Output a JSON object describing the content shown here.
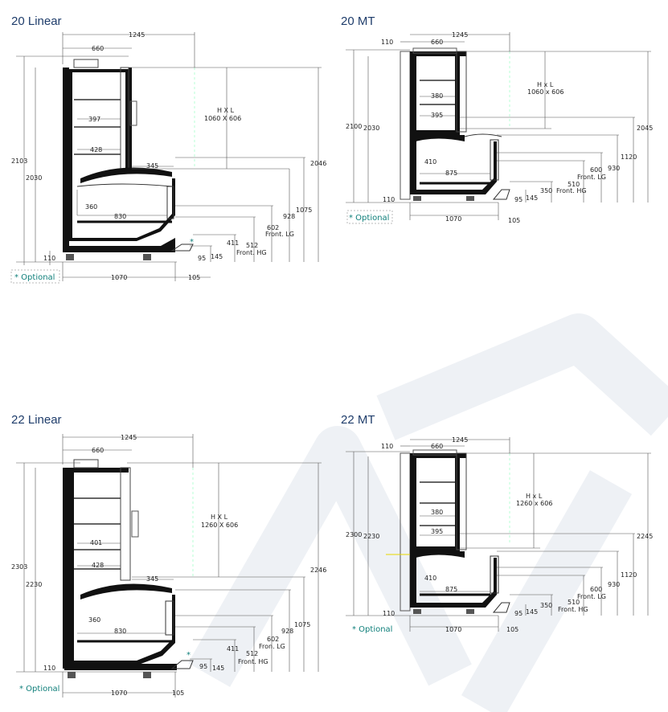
{
  "accent_color": "#1f3d6b",
  "optional_color": "#0f7f7a",
  "panels": [
    {
      "title": "20 Linear",
      "top_width": "1245",
      "depth": "660",
      "hxl_line1": "H X L",
      "hxl_line2": "1060 X 606",
      "shelf_a": "397",
      "shelf_b": "428",
      "step": "345",
      "inner_h": "360",
      "inner_w": "830",
      "total_h": "2103",
      "inner_total_h": "2030",
      "right_h": "2046",
      "h_1075": "1075",
      "h_928": "928",
      "front_lg_value": "602",
      "front_lg_label": "Front. LG",
      "front_hg_value": "512",
      "front_hg_label": "Front. HG",
      "h_411": "411",
      "h_145": "145",
      "h_95": "95",
      "base_h": "110",
      "base_w": "1070",
      "foot_w": "105",
      "optional": "* Optional",
      "star": "*"
    },
    {
      "title": "20 MT",
      "top_width": "1245",
      "depth": "660",
      "left_off": "110",
      "hxl_line1": "H x L",
      "hxl_line2": "1060 x 606",
      "shelf_a": "380",
      "shelf_b": "395",
      "inner_h": "410",
      "inner_w": "875",
      "total_h": "2100",
      "inner_total_h": "2030",
      "right_h": "2045",
      "h_1120": "1120",
      "h_930": "930",
      "front_lg_value": "600",
      "front_lg_label": "Front. LG",
      "front_hg_value": "510",
      "front_hg_label": "Front. HG",
      "h_350": "350",
      "h_145": "145",
      "h_95": "95",
      "base_h": "110",
      "base_w": "1070",
      "foot_w": "105",
      "optional": "* Optional"
    },
    {
      "title": "22 Linear",
      "top_width": "1245",
      "depth": "660",
      "hxl_line1": "H X L",
      "hxl_line2": "1260 X 606",
      "shelf_a": "401",
      "shelf_b": "428",
      "step": "345",
      "inner_h": "360",
      "inner_w": "830",
      "total_h": "2303",
      "inner_total_h": "2230",
      "right_h": "2246",
      "h_1075": "1075",
      "h_928": "928",
      "front_lg_value": "602",
      "front_lg_label": "Fron. LG",
      "front_hg_value": "512",
      "front_hg_label": "Front. HG",
      "h_411": "411",
      "h_145": "145",
      "h_95": "95",
      "base_h": "110",
      "base_w": "1070",
      "foot_w": "105",
      "optional": "* Optional",
      "star": "*"
    },
    {
      "title": "22 MT",
      "top_width": "1245",
      "depth": "660",
      "left_off": "110",
      "hxl_line1": "H x L",
      "hxl_line2": "1260 x 606",
      "shelf_a": "380",
      "shelf_b": "395",
      "inner_h": "410",
      "inner_w": "875",
      "total_h": "2300",
      "inner_total_h": "2230",
      "right_h": "2245",
      "h_1120": "1120",
      "h_930": "930",
      "front_lg_value": "600",
      "front_lg_label": "Front. LG",
      "front_hg_value": "510",
      "front_hg_label": "Front. HG",
      "h_350": "350",
      "h_145": "145",
      "h_95": "95",
      "base_h": "110",
      "base_w": "1070",
      "foot_w": "105",
      "optional": "* Optional"
    }
  ]
}
